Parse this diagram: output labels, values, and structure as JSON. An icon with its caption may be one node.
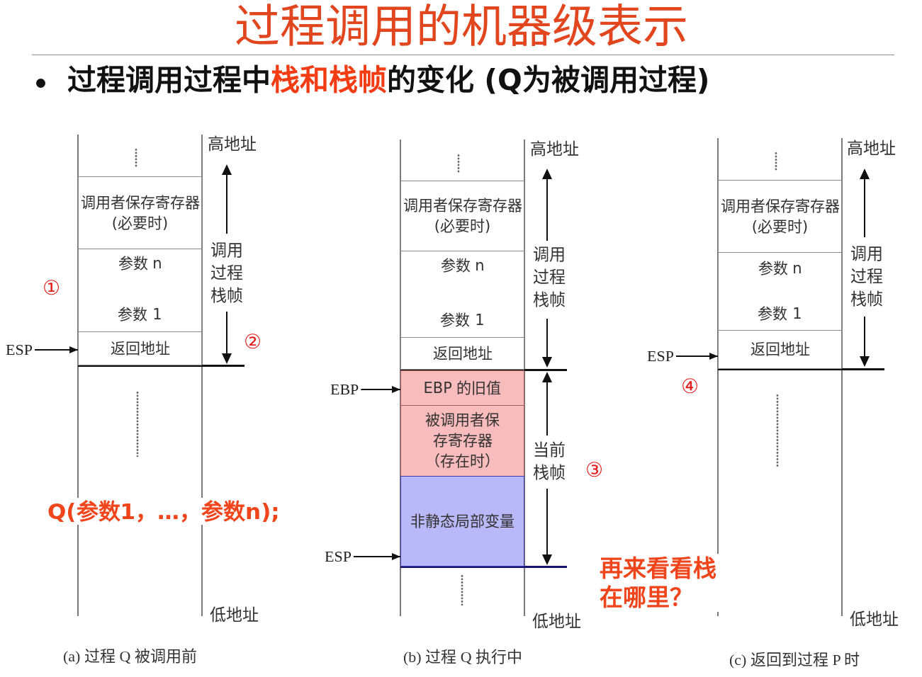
{
  "diagram": {
    "title": "过程调用的机器级表示",
    "nodes": [
      {
        "text": [
          "调用者保存寄存器(必要时)"
        ]
      },
      {
        "text": [
          "参数 n",
          "参数 1"
        ]
      },
      {
        "text": [
          "返回地址"
        ]
      },
      {
        "text": [
          "ESP"
        ]
      },
      {
        "text": [
          "调用者保存寄存器(必要时)"
        ]
      },
      {
        "text": [
          "参数 n",
          "参数 1"
        ]
      },
      {
        "text": [
          "返回地址"
        ]
      },
      {
        "text": [
          "EBP 的旧值"
        ]
      },
      {
        "text": [
          "被调用者保存寄存器（存在时）"
        ]
      },
      {
        "text": [
          "非静态局部变量"
        ]
      },
      {
        "text": [
          "EBP"
        ]
      },
      {
        "text": [
          "ESP"
        ]
      },
      {
        "text": [
          "调用者保存寄存器(必要时)"
        ]
      },
      {
        "text": [
          "参数 n",
          "参数 1"
        ]
      },
      {
        "text": [
          "返回地址"
        ]
      },
      {
        "text": [
          "ESP"
        ]
      }
    ],
    "edges": [
      {
        "from": 3,
        "to": 2,
        "arrow": "to"
      },
      {
        "from": 10,
        "to": 7,
        "arrow": "to"
      },
      {
        "from": 11,
        "to": 9,
        "arrow": "to"
      },
      {
        "from": 15,
        "to": 14,
        "arrow": "to"
      }
    ],
    "labels": [
      "过程调用过程中**栈和栈帧**的变化 (Q为被调用过程)",
      "高地址",
      "调用过程栈帧",
      "①",
      "②",
      "Q(参数1，…，参数n);",
      "低地址",
      "(a) 过程 Q 被调用前",
      "高地址",
      "调用过程栈帧",
      "当前栈帧",
      "③",
      "低地址",
      "(b) 过程 Q 执行中",
      "再来看看栈在哪里？",
      "高地址",
      "调用过程栈帧",
      "④",
      "低地址",
      "(c) 返回到过程 P 时"
    ]
  }
}
